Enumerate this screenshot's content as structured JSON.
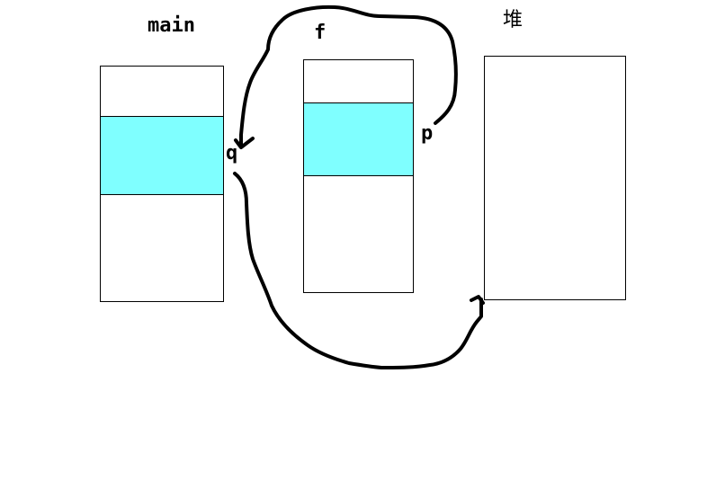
{
  "labels": {
    "main": "main",
    "f": "f",
    "heap": "堆",
    "p": "p",
    "q": "q"
  },
  "colors": {
    "highlight": "#7fffff",
    "stroke": "#000000",
    "background": "#ffffff"
  }
}
